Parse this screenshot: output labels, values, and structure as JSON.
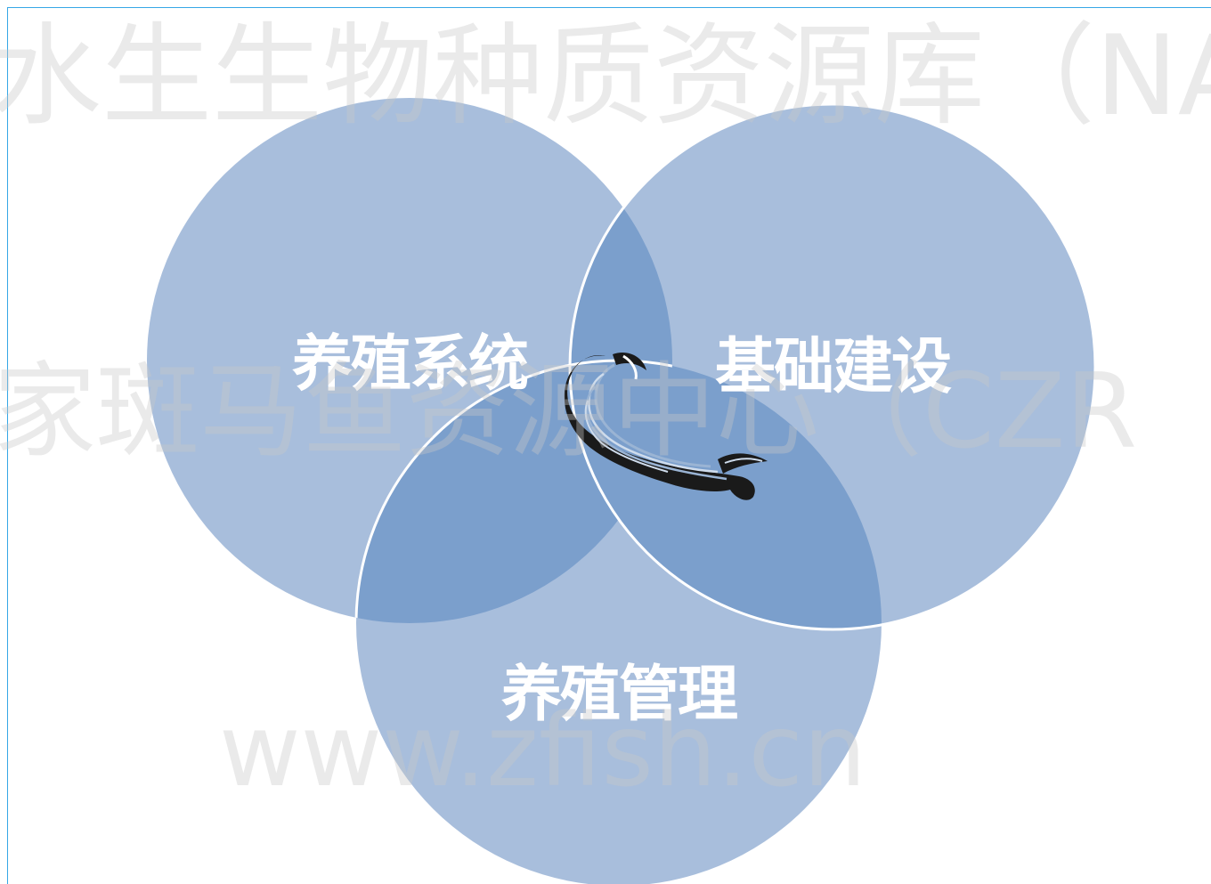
{
  "diagram": {
    "type": "venn",
    "circles": [
      {
        "id": "aquaculture-system",
        "label": "养殖系统"
      },
      {
        "id": "infrastructure",
        "label": "基础建设"
      },
      {
        "id": "aquaculture-management",
        "label": "养殖管理"
      }
    ],
    "center_icon": "fish-logo-icon"
  },
  "colors": {
    "circle_fill": "#a8bedc",
    "overlap_fill": "#7b9fcc",
    "circle_stroke": "#ffffff",
    "label": "#ffffff",
    "frame_border": "#36a7e6"
  },
  "watermark": {
    "line1": "水生生物种质资源库（NA",
    "line2": "家斑马鱼资源中心（CZR",
    "line3": "www.zfish.cn"
  }
}
